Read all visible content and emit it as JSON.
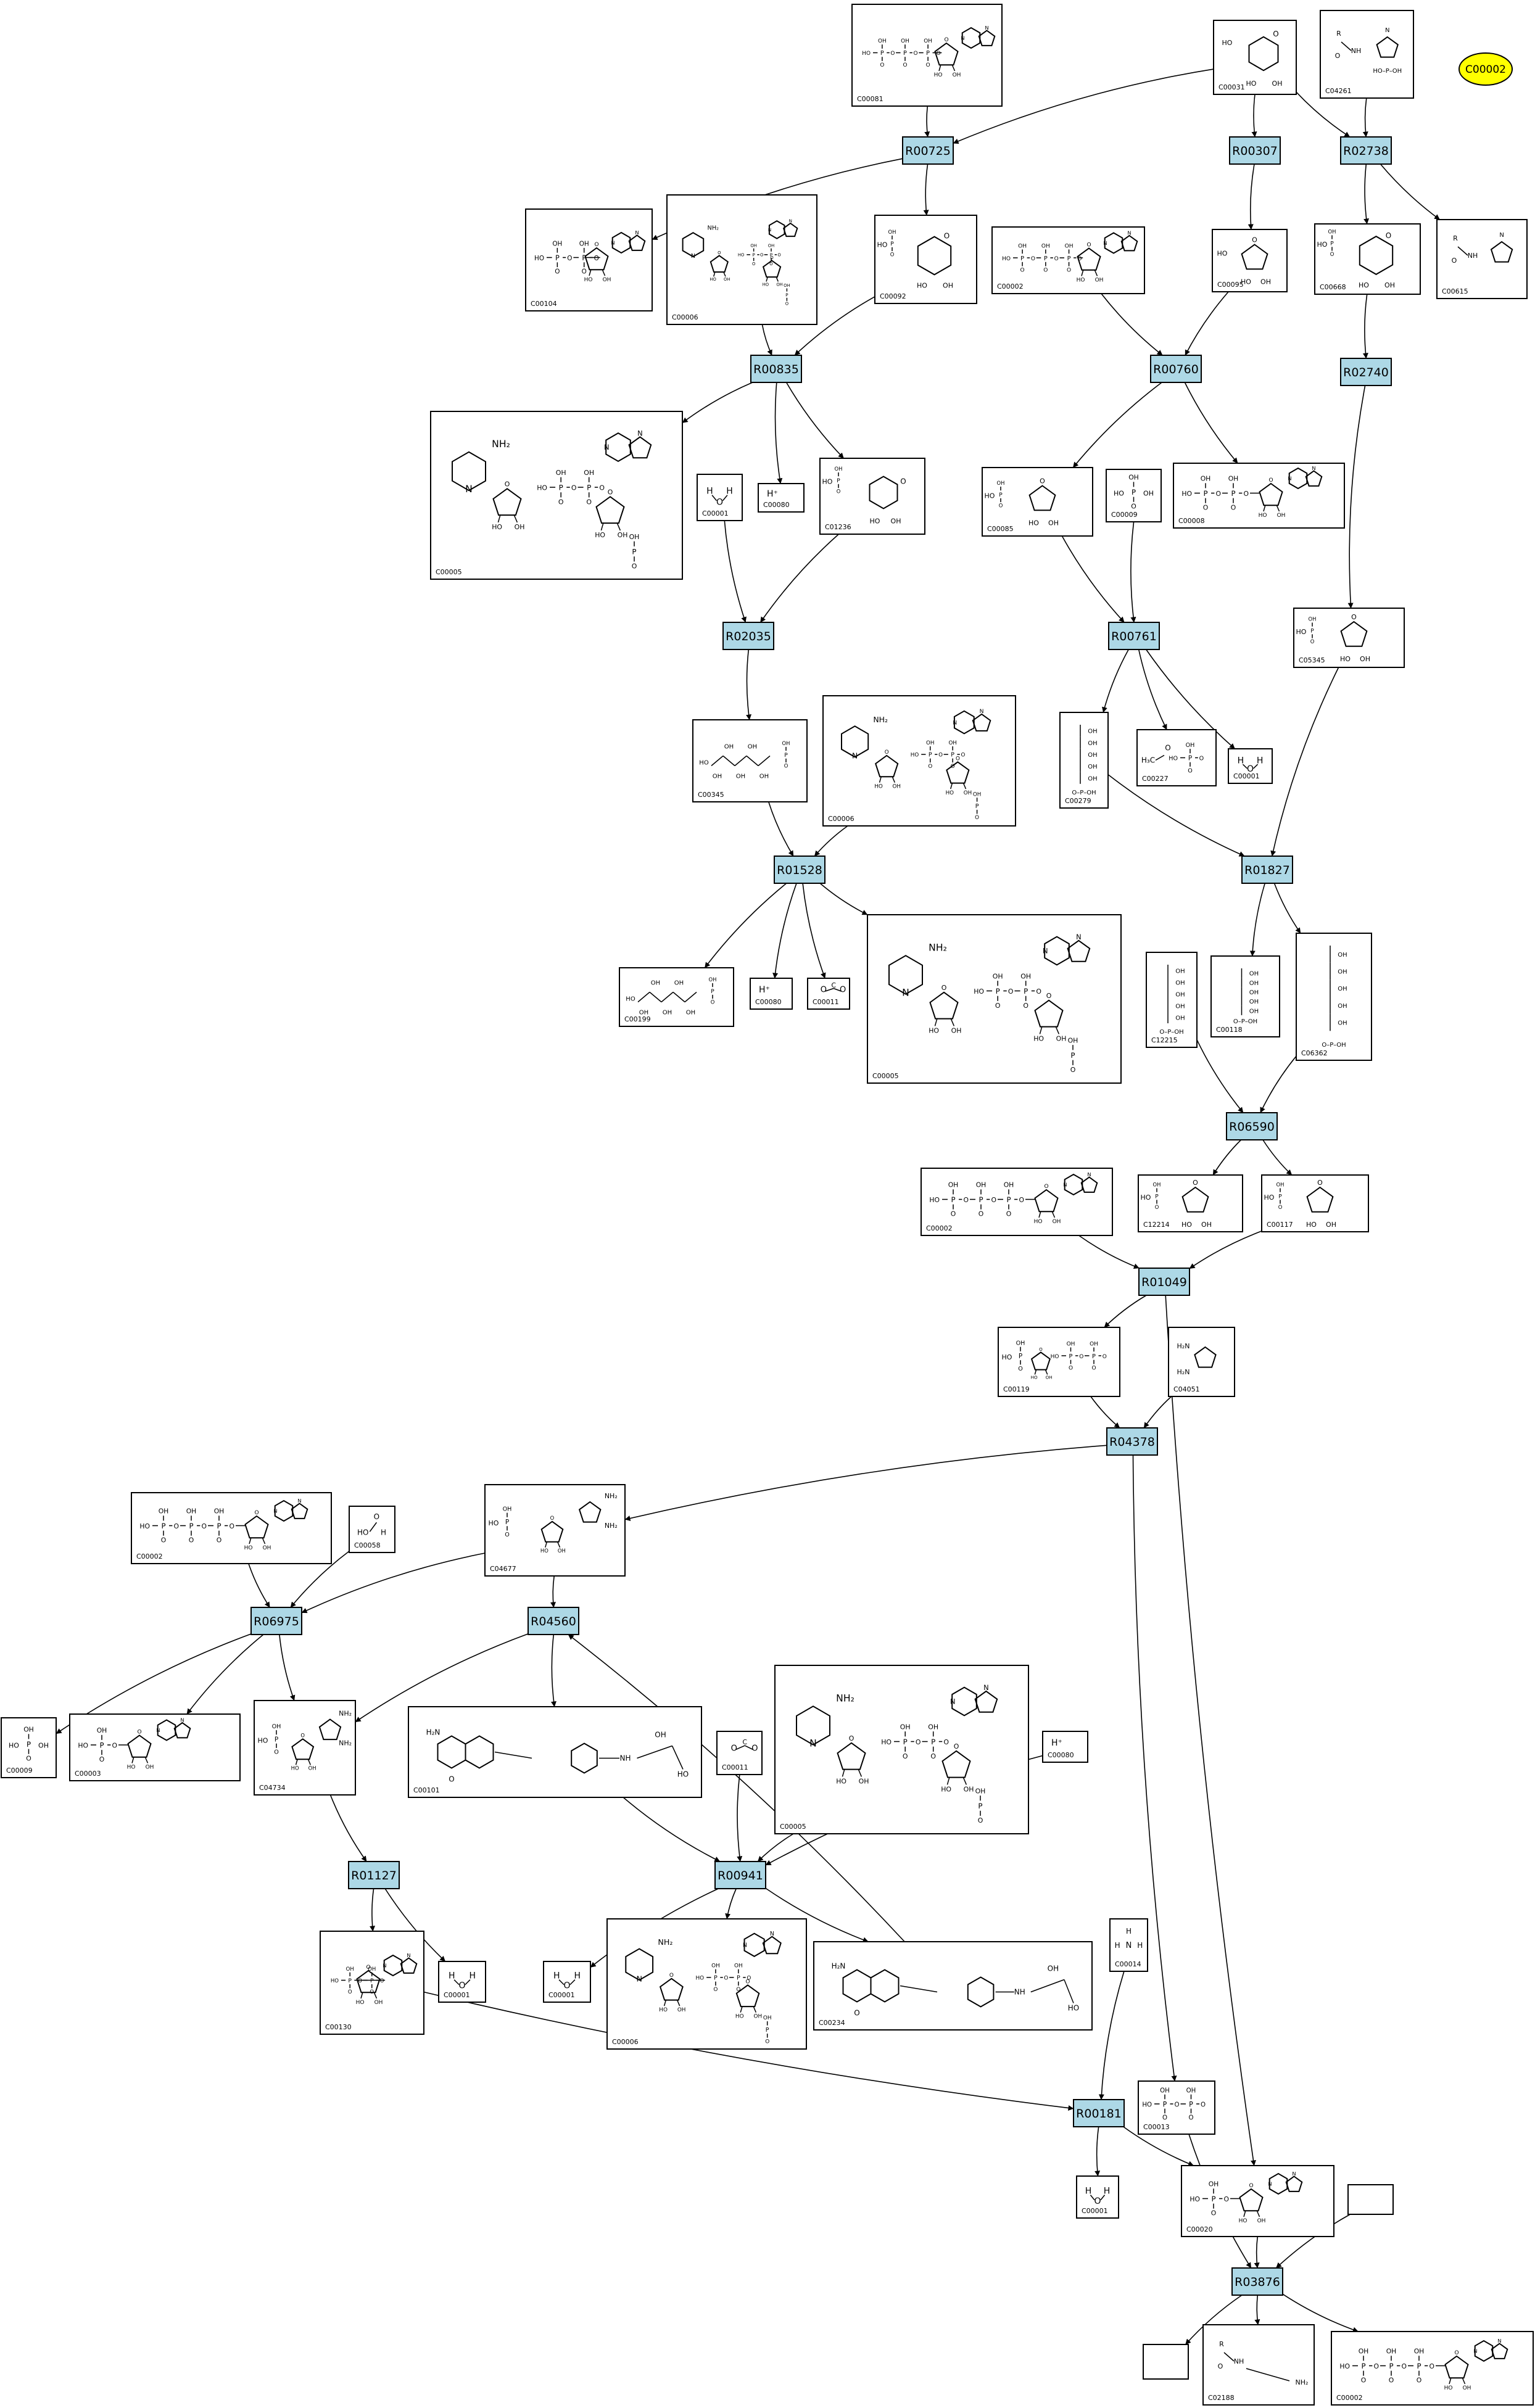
{
  "colors": {
    "reaction_fill": "#add8e6",
    "highlight_fill": "#ffff00",
    "stroke": "#000000",
    "background": "#ffffff"
  },
  "highlight": {
    "id": "C00002"
  },
  "reactions": [
    {
      "id": "R00725"
    },
    {
      "id": "R00307"
    },
    {
      "id": "R02738"
    },
    {
      "id": "R00835"
    },
    {
      "id": "R00760"
    },
    {
      "id": "R02740"
    },
    {
      "id": "R02035"
    },
    {
      "id": "R00761"
    },
    {
      "id": "R01528"
    },
    {
      "id": "R01827"
    },
    {
      "id": "R06590"
    },
    {
      "id": "R01049"
    },
    {
      "id": "R04378"
    },
    {
      "id": "R06975"
    },
    {
      "id": "R04560"
    },
    {
      "id": "R01127"
    },
    {
      "id": "R00941"
    },
    {
      "id": "R00181"
    },
    {
      "id": "R03876"
    }
  ],
  "compounds": [
    {
      "key": "c00081",
      "id": "C00081",
      "glyph": "nucleotide-triphosphate"
    },
    {
      "key": "c00031",
      "id": "C00031",
      "glyph": "hexose"
    },
    {
      "key": "c04261",
      "id": "C04261",
      "glyph": "phospho-histidine"
    },
    {
      "key": "c00104",
      "id": "C00104",
      "glyph": "nucleotide-diphosphate"
    },
    {
      "key": "c00006a",
      "id": "C00006",
      "glyph": "nadp"
    },
    {
      "key": "c00092",
      "id": "C00092",
      "glyph": "hexose-phosphate"
    },
    {
      "key": "c00002a",
      "id": "C00002",
      "glyph": "nucleotide-triphosphate"
    },
    {
      "key": "c00095",
      "id": "C00095",
      "glyph": "furanose"
    },
    {
      "key": "c00668",
      "id": "C00668",
      "glyph": "hexose-phosphate"
    },
    {
      "key": "c00615",
      "id": "C00615",
      "glyph": "histidine-residue"
    },
    {
      "key": "c00005a",
      "id": "C00005",
      "glyph": "nadph"
    },
    {
      "key": "c00001a",
      "id": "C00001",
      "glyph": "water"
    },
    {
      "key": "c00080a",
      "id": "C00080",
      "glyph": "proton",
      "label": "H⁺"
    },
    {
      "key": "c01236",
      "id": "C01236",
      "glyph": "lactone-phosphate"
    },
    {
      "key": "c00085",
      "id": "C00085",
      "glyph": "furanose-phosphate"
    },
    {
      "key": "c00009a",
      "id": "C00009",
      "glyph": "phosphate"
    },
    {
      "key": "c00008",
      "id": "C00008",
      "glyph": "nucleotide-diphosphate"
    },
    {
      "key": "c05345",
      "id": "C05345",
      "glyph": "furanose-phosphate"
    },
    {
      "key": "c00345",
      "id": "C00345",
      "glyph": "sugar-acid-phosphate"
    },
    {
      "key": "c00006b",
      "id": "C00006",
      "glyph": "nadp"
    },
    {
      "key": "c00279",
      "id": "C00279",
      "glyph": "sugar-phosphate"
    },
    {
      "key": "c00227",
      "id": "C00227",
      "glyph": "acetyl-phosphate"
    },
    {
      "key": "c00001b",
      "id": "C00001",
      "glyph": "water"
    },
    {
      "key": "c00199",
      "id": "C00199",
      "glyph": "ketose-phosphate"
    },
    {
      "key": "c00080b",
      "id": "C00080",
      "glyph": "proton",
      "label": "H⁺"
    },
    {
      "key": "c00011a",
      "id": "C00011",
      "glyph": "carbon-dioxide"
    },
    {
      "key": "c00005b",
      "id": "C00005",
      "glyph": "nadph"
    },
    {
      "key": "c12215",
      "id": "C12215",
      "glyph": "sugar-phosphate"
    },
    {
      "key": "c00118",
      "id": "C00118",
      "glyph": "triose-phosphate"
    },
    {
      "key": "c06362",
      "id": "C06362",
      "glyph": "sugar-phosphate"
    },
    {
      "key": "c00002b",
      "id": "C00002",
      "glyph": "nucleotide-triphosphate"
    },
    {
      "key": "c12214",
      "id": "C12214",
      "glyph": "furanose-phosphate"
    },
    {
      "key": "c00117",
      "id": "C00117",
      "glyph": "furanose-phosphate"
    },
    {
      "key": "c00119",
      "id": "C00119",
      "glyph": "ribose-diphosphate"
    },
    {
      "key": "c04051",
      "id": "C04051",
      "glyph": "imidazole"
    },
    {
      "key": "c00002c",
      "id": "C00002",
      "glyph": "nucleotide-triphosphate"
    },
    {
      "key": "c00058",
      "id": "C00058",
      "glyph": "formate"
    },
    {
      "key": "c04677",
      "id": "C04677",
      "glyph": "ribotide"
    },
    {
      "key": "c00009b",
      "id": "C00009",
      "glyph": "phosphate"
    },
    {
      "key": "c00003",
      "id": "C00003",
      "glyph": "nucleotide-monophosphate"
    },
    {
      "key": "c04734",
      "id": "C04734",
      "glyph": "ribotide"
    },
    {
      "key": "c00101",
      "id": "C00101",
      "glyph": "folate"
    },
    {
      "key": "c00011b",
      "id": "C00011",
      "glyph": "carbon-dioxide"
    },
    {
      "key": "c00005c",
      "id": "C00005",
      "glyph": "nadph"
    },
    {
      "key": "c00080c",
      "id": "C00080",
      "glyph": "proton",
      "label": "H⁺"
    },
    {
      "key": "c00130",
      "id": "C00130",
      "glyph": "nucleotide-diphosphate"
    },
    {
      "key": "c00001c",
      "id": "C00001",
      "glyph": "water"
    },
    {
      "key": "c00001d",
      "id": "C00001",
      "glyph": "water"
    },
    {
      "key": "c00006c",
      "id": "C00006",
      "glyph": "nadp"
    },
    {
      "key": "c00234",
      "id": "C00234",
      "glyph": "folate"
    },
    {
      "key": "c00014",
      "id": "C00014",
      "glyph": "ammonia"
    },
    {
      "key": "c00013",
      "id": "C00013",
      "glyph": "diphosphate"
    },
    {
      "key": "c00001e",
      "id": "C00001",
      "glyph": "water"
    },
    {
      "key": "c00020",
      "id": "C00020",
      "glyph": "nucleotide-monophosphate"
    },
    {
      "key": "empty1",
      "id": "",
      "glyph": "none"
    },
    {
      "key": "empty2",
      "id": "",
      "glyph": "none"
    },
    {
      "key": "c02188",
      "id": "C02188",
      "glyph": "lysine-residue"
    },
    {
      "key": "c00002d",
      "id": "C00002",
      "glyph": "nucleotide-triphosphate"
    }
  ],
  "edges": [
    [
      "c00081",
      "R00725"
    ],
    [
      "c00031",
      "R00725"
    ],
    [
      "R00725",
      "c00104"
    ],
    [
      "R00725",
      "c00092"
    ],
    [
      "c00031",
      "R00307"
    ],
    [
      "R00307",
      "c00095"
    ],
    [
      "c00031",
      "R02738"
    ],
    [
      "c04261",
      "R02738"
    ],
    [
      "R02738",
      "c00668"
    ],
    [
      "R02738",
      "c00615"
    ],
    [
      "c00006a",
      "R00835"
    ],
    [
      "c00092",
      "R00835"
    ],
    [
      "R00835",
      "c00005a"
    ],
    [
      "R00835",
      "c00080a"
    ],
    [
      "R00835",
      "c01236"
    ],
    [
      "c00002a",
      "R00760"
    ],
    [
      "c00095",
      "R00760"
    ],
    [
      "R00760",
      "c00085"
    ],
    [
      "R00760",
      "c00008"
    ],
    [
      "c00668",
      "R02740"
    ],
    [
      "R02740",
      "c05345"
    ],
    [
      "c00001a",
      "R02035"
    ],
    [
      "c01236",
      "R02035"
    ],
    [
      "R02035",
      "c00345"
    ],
    [
      "c00085",
      "R00761"
    ],
    [
      "c00009a",
      "R00761"
    ],
    [
      "R00761",
      "c00279"
    ],
    [
      "R00761",
      "c00227"
    ],
    [
      "R00761",
      "c00001b"
    ],
    [
      "c00345",
      "R01528"
    ],
    [
      "c00006b",
      "R01528"
    ],
    [
      "R01528",
      "c00199"
    ],
    [
      "R01528",
      "c00080b"
    ],
    [
      "R01528",
      "c00011a"
    ],
    [
      "R01528",
      "c00005b"
    ],
    [
      "c05345",
      "R01827"
    ],
    [
      "c00279",
      "R01827"
    ],
    [
      "R01827",
      "c00118"
    ],
    [
      "R01827",
      "c06362"
    ],
    [
      "c12215",
      "R06590"
    ],
    [
      "c06362",
      "R06590"
    ],
    [
      "R06590",
      "c12214"
    ],
    [
      "R06590",
      "c00117"
    ],
    [
      "c00002b",
      "R01049"
    ],
    [
      "c00117",
      "R01049"
    ],
    [
      "R01049",
      "c00119"
    ],
    [
      "R01049",
      "c00020"
    ],
    [
      "c00119",
      "R04378"
    ],
    [
      "c04051",
      "R04378"
    ],
    [
      "R04378",
      "c04677"
    ],
    [
      "R04378",
      "c00013"
    ],
    [
      "c00002c",
      "R06975"
    ],
    [
      "c00058",
      "R06975"
    ],
    [
      "c04677",
      "R06975"
    ],
    [
      "R06975",
      "c00009b"
    ],
    [
      "R06975",
      "c00003"
    ],
    [
      "R06975",
      "c04734"
    ],
    [
      "c04677",
      "R04560"
    ],
    [
      "c00234",
      "R04560"
    ],
    [
      "R04560",
      "c04734"
    ],
    [
      "R04560",
      "c00101"
    ],
    [
      "c04734",
      "R01127"
    ],
    [
      "R01127",
      "c00130"
    ],
    [
      "R01127",
      "c00001c"
    ],
    [
      "c00101",
      "R00941"
    ],
    [
      "c00011b",
      "R00941"
    ],
    [
      "c00005c",
      "R00941"
    ],
    [
      "c00080c",
      "R00941"
    ],
    [
      "R00941",
      "c00001d"
    ],
    [
      "R00941",
      "c00006c"
    ],
    [
      "R00941",
      "c00234"
    ],
    [
      "c00130",
      "R00181"
    ],
    [
      "c00014",
      "R00181"
    ],
    [
      "R00181",
      "c00001e"
    ],
    [
      "R00181",
      "c00020"
    ],
    [
      "c00020",
      "R03876"
    ],
    [
      "c00013",
      "R03876"
    ],
    [
      "empty1",
      "R03876"
    ],
    [
      "R03876",
      "empty2"
    ],
    [
      "R03876",
      "c02188"
    ],
    [
      "R03876",
      "c00002d"
    ]
  ]
}
